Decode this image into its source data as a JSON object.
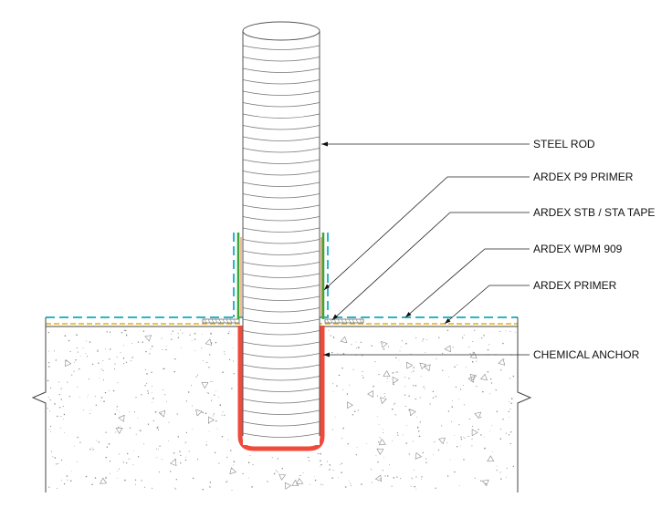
{
  "labels": {
    "steel_rod": "STEEL ROD",
    "p9_primer": "ARDEX P9 PRIMER",
    "stb_tape": "ARDEX STB / STA TAPE",
    "wpm_909": "ARDEX WPM 909",
    "primer": "ARDEX PRIMER",
    "chemical_anchor": "CHEMICAL ANCHOR"
  },
  "colors": {
    "line": "#444444",
    "leader": "#222222",
    "concrete_dots": "#888888",
    "wpm_dash": "#2bb5c9",
    "primer_dash": "#e8b000",
    "tape_green": "#3aa63a",
    "anchor_red": "#f04a3a",
    "p9_orange": "#e87a1a"
  },
  "icons": [
    "arrowhead-icon"
  ]
}
